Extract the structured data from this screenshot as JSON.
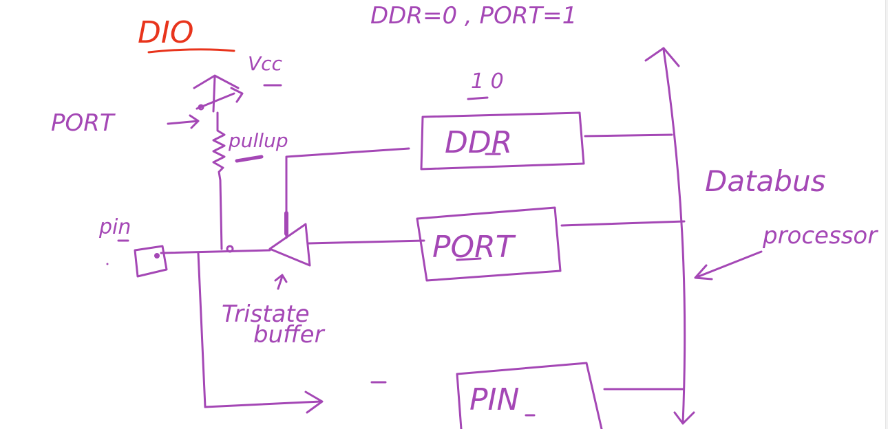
{
  "title": "DIO",
  "condition": "DDR=0 , PORT=1",
  "supply": "Vcc",
  "pullup_port_label": "PORT",
  "pullup_label": "pullup",
  "pin_label": "pin",
  "register_ddr": "DDR",
  "register_port": "PORT",
  "register_pin": "PIN",
  "buffer_label_line1": "Tristate",
  "buffer_label_line2": "buffer",
  "databus_label": "Databus",
  "processor_label": "processor",
  "ddr_note": "1 0",
  "colors": {
    "ink": "#a447b5",
    "title": "#e8341c"
  }
}
